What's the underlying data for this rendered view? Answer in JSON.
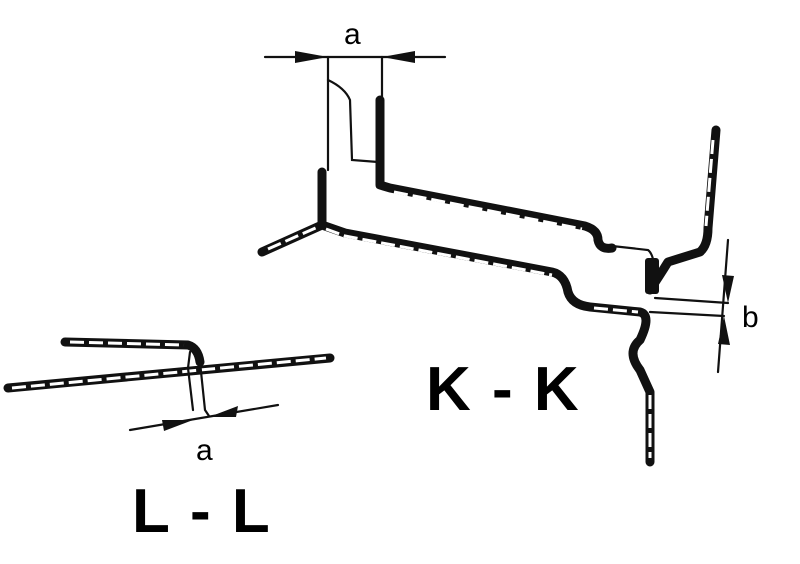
{
  "labels": {
    "dim_a_top": "a",
    "dim_b": "b",
    "dim_a_bottom": "a",
    "section_k": "K - K",
    "section_l": "L - L"
  },
  "colors": {
    "ink": "#111111",
    "background": "#ffffff"
  }
}
